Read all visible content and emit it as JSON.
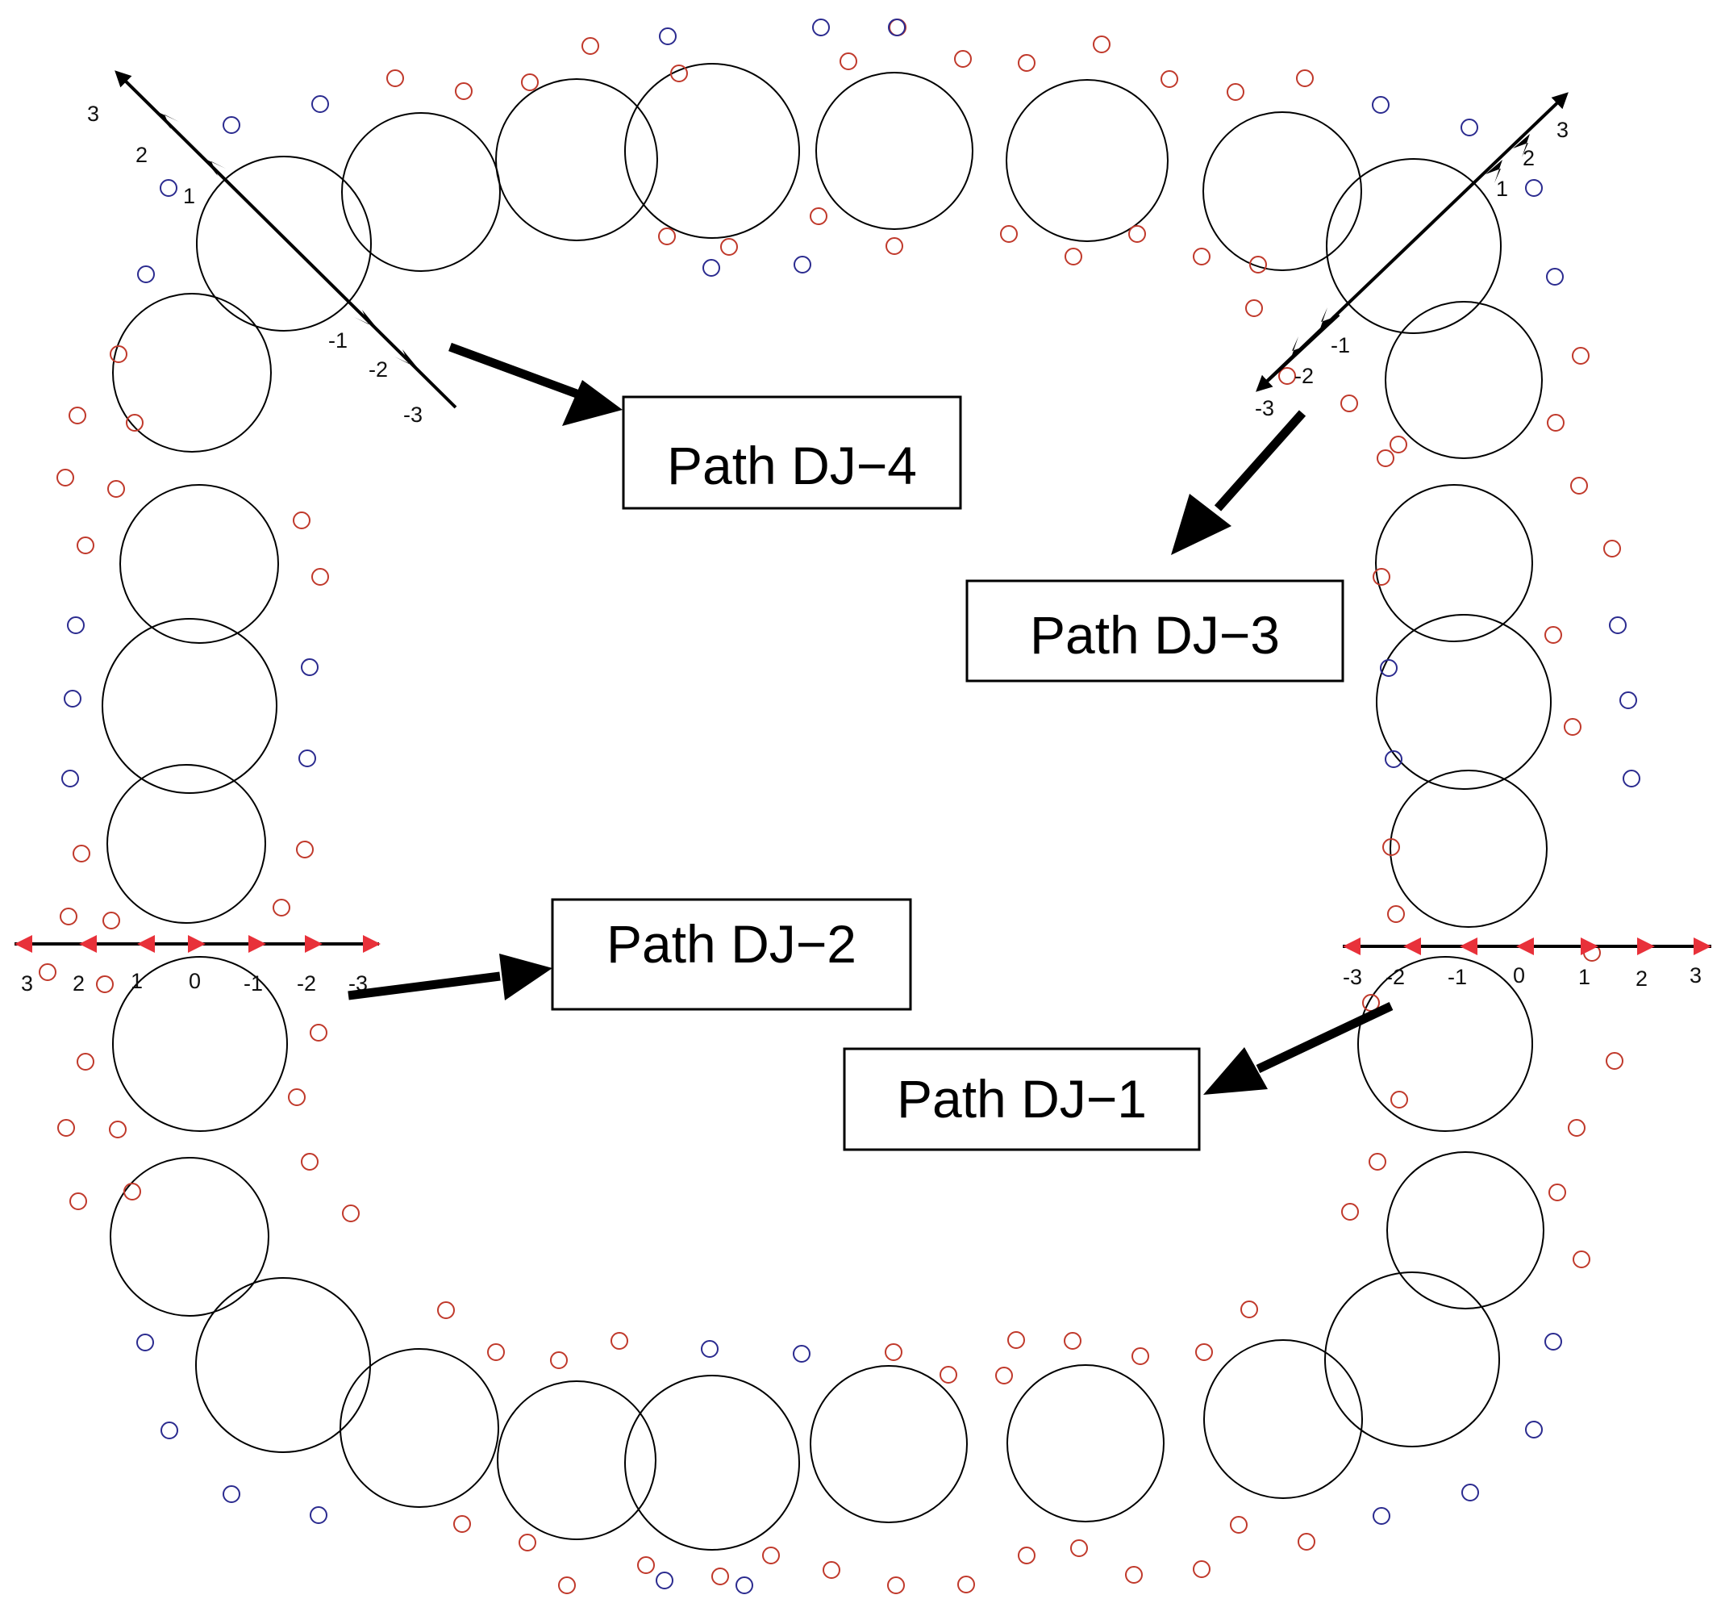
{
  "colors": {
    "big_circle": "#000000",
    "red_marker": "#c0392b",
    "blue_marker": "#2b2b8f",
    "red_axis_arrow": "#e8313a",
    "line": "#000000",
    "background": "#ffffff"
  },
  "labels": {
    "dj1": "Path DJ−1",
    "dj2": "Path DJ−2",
    "dj3": "Path DJ−3",
    "dj4": "Path DJ−4"
  },
  "axes": {
    "dj4": [
      "3",
      "2",
      "1",
      "-1",
      "-2",
      "-3"
    ],
    "dj3": [
      "3",
      "2",
      "1",
      "-1",
      "-2",
      "-3"
    ],
    "dj2": [
      "3",
      "2",
      "1",
      "0",
      "-1",
      "-2",
      "-3"
    ],
    "dj1": [
      "-3",
      "-2",
      "-1",
      "0",
      "1",
      "2",
      "3"
    ]
  },
  "icons": {
    "pointer": "arrow-icon",
    "marker": "circle-marker-icon"
  }
}
